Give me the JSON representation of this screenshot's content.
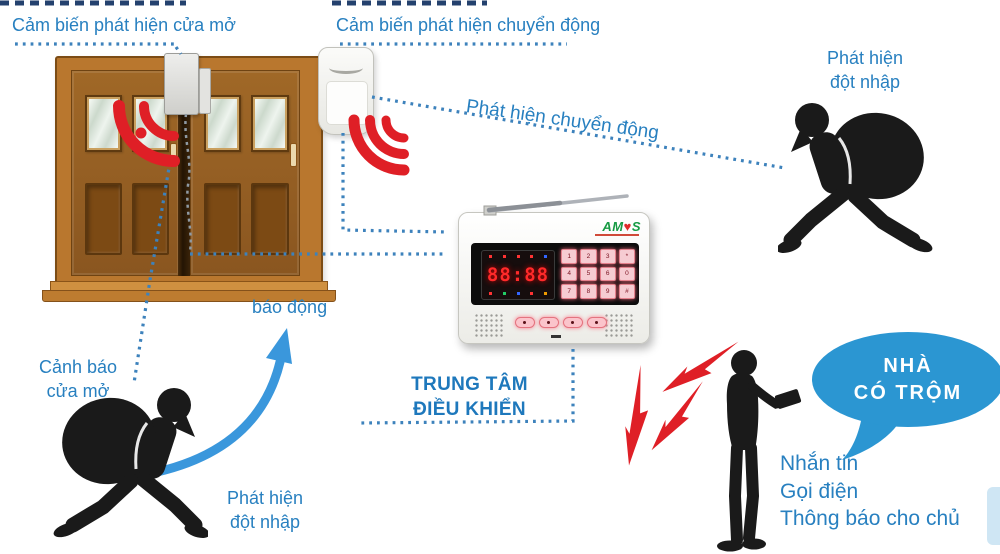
{
  "diagram": {
    "labels": {
      "door_sensor": "Cảm biến phát hiện cửa mở",
      "motion_sensor": "Cảm biến phát hiện chuyển động",
      "intrusion_top_line1": "Phát hiện",
      "intrusion_top_line2": "đột nhập",
      "motion_detect": "Phát hiện chuyển động",
      "alarm": "báo động",
      "door_warning_line1": "Cảnh báo",
      "door_warning_line2": "cửa mở",
      "intrusion_bottom_line1": "Phát hiện",
      "intrusion_bottom_line2": "đột nhập",
      "control_center_line1": "TRUNG TÂM",
      "control_center_line2": "ĐIỀU KHIỂN"
    },
    "speech_bubble": {
      "line1": "NHÀ",
      "line2": "CÓ TRỘM"
    },
    "notify_lines": [
      "Nhắn tin",
      "Gọi điện",
      "Thông báo cho chủ"
    ],
    "control_panel": {
      "brand_am": "AM",
      "brand_s": "S",
      "display": "88:88",
      "keypad": [
        "1",
        "2",
        "3",
        "*",
        "4",
        "5",
        "6",
        "0",
        "7",
        "8",
        "9",
        "#"
      ]
    },
    "colors": {
      "label_blue": "#2880c0",
      "control_blue": "#1e78bc",
      "dot_blue": "#3d82bc",
      "navy_dash": "#24416e",
      "signal_red": "#df1f26",
      "arrow_blue": "#3a97dc",
      "bubble_blue": "#2b96d2",
      "silhouette_black": "#1a1a1a"
    }
  }
}
